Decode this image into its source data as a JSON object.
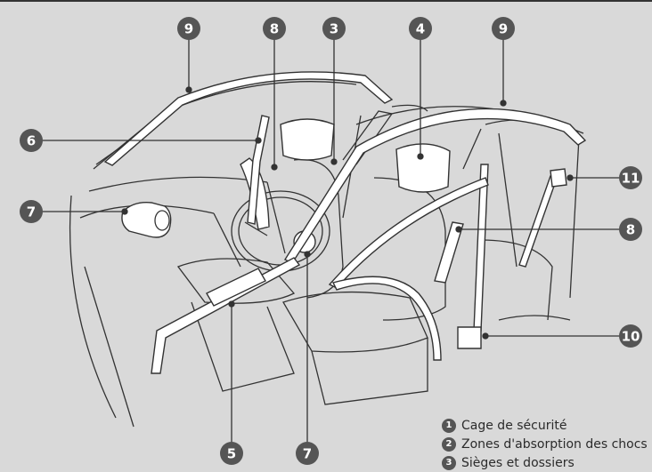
{
  "colors": {
    "background": "#d9d9d9",
    "badge": "#555555",
    "line": "#333333",
    "part_fill": "#ffffff"
  },
  "callouts": [
    {
      "number": "9"
    },
    {
      "number": "8"
    },
    {
      "number": "3"
    },
    {
      "number": "4"
    },
    {
      "number": "9"
    },
    {
      "number": "6"
    },
    {
      "number": "7"
    },
    {
      "number": "11"
    },
    {
      "number": "8"
    },
    {
      "number": "10"
    },
    {
      "number": "5"
    },
    {
      "number": "7"
    }
  ],
  "legend": [
    {
      "number": "1",
      "label": "Cage de sécurité"
    },
    {
      "number": "2",
      "label": "Zones d'absorption des chocs"
    },
    {
      "number": "3",
      "label": "Sièges et dossiers"
    }
  ]
}
